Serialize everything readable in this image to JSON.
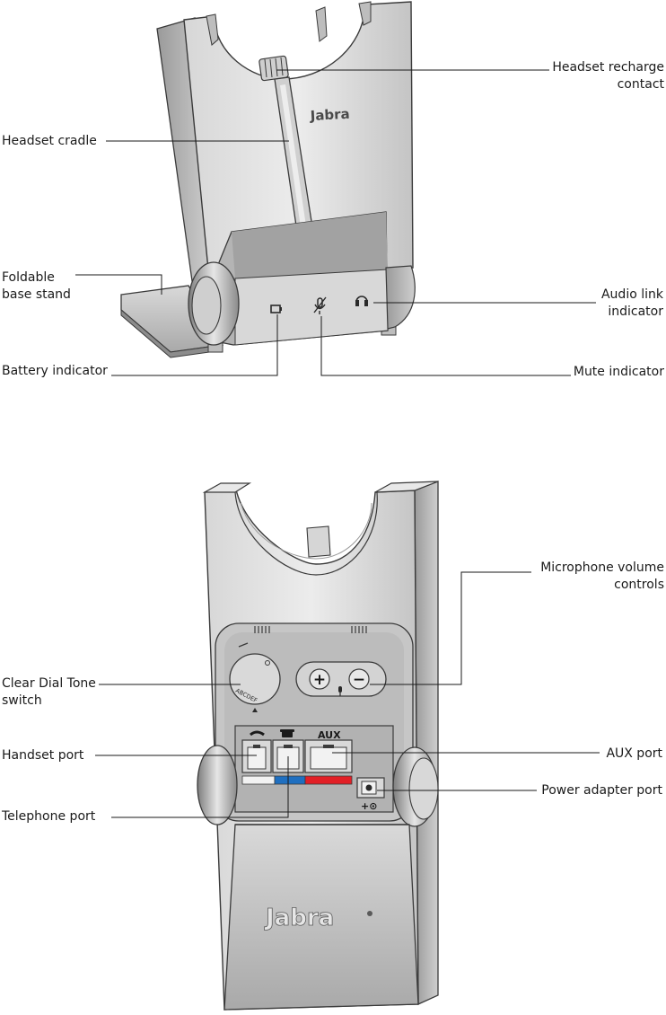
{
  "brand": {
    "logo_text": "Jabra"
  },
  "front_view": {
    "labels": {
      "headset_recharge_contact": [
        "Headset recharge",
        "contact"
      ],
      "headset_cradle": [
        "Headset cradle"
      ],
      "foldable_base_stand": [
        "Foldable",
        "base stand"
      ],
      "audio_link_indicator": [
        "Audio link",
        "indicator"
      ],
      "battery_indicator": [
        "Battery indicator"
      ],
      "mute_indicator": [
        "Mute indicator"
      ]
    }
  },
  "back_view": {
    "labels": {
      "microphone_volume_controls": [
        "Microphone volume",
        "controls"
      ],
      "clear_dial_tone_switch": [
        "Clear Dial Tone",
        "switch"
      ],
      "handset_port": [
        "Handset port"
      ],
      "aux_port": [
        "AUX port"
      ],
      "power_adapter_port": [
        "Power adapter port"
      ],
      "telephone_port": [
        "Telephone port"
      ]
    },
    "port_labels": {
      "aux": "AUX"
    },
    "switch_letters": "ABCDEF",
    "volume_plus": "+",
    "volume_minus": "−",
    "power_symbol": "+⊙"
  },
  "colors": {
    "body_light": "#e4e4e4",
    "body_mid": "#c9c9c9",
    "body_dark": "#8f8f8f",
    "outline": "#3a3a3a",
    "stripe_white": "#f2f2f2",
    "stripe_blue": "#1f6fc0",
    "stripe_red": "#e21f26"
  }
}
